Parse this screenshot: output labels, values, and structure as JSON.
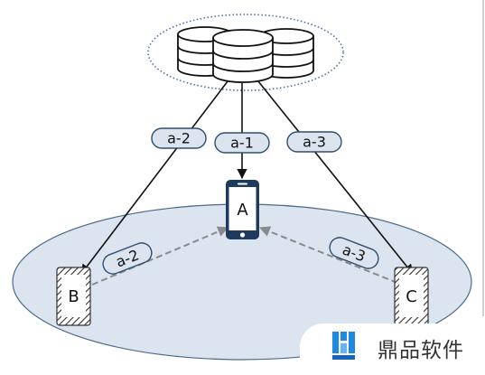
{
  "colors": {
    "ellipse_fill": "#dbe4ef",
    "ellipse_stroke": "#4a6a8a",
    "server_ring": "#4a6fa5",
    "badge_fill": "#dbe4ef",
    "badge_stroke": "#2f4f6f",
    "phone_dark": "#1f3a5f",
    "dashed_arrow": "#8a8a8a",
    "logo_blue": "#1e88e5"
  },
  "server": {
    "icon": "database-stack-icon"
  },
  "edges": {
    "a1": "a-1",
    "a2": "a-2",
    "a3": "a-3",
    "peer_a2": "a-2",
    "peer_a3": "a-3"
  },
  "devices": {
    "a": {
      "label": "A",
      "icon": "smartphone-icon"
    },
    "b": {
      "label": "B",
      "icon": "smartphone-outline-icon"
    },
    "c": {
      "label": "C",
      "icon": "smartphone-outline-icon"
    }
  },
  "watermark": {
    "text": "鼎品软件",
    "icon": "brand-logo-icon"
  }
}
